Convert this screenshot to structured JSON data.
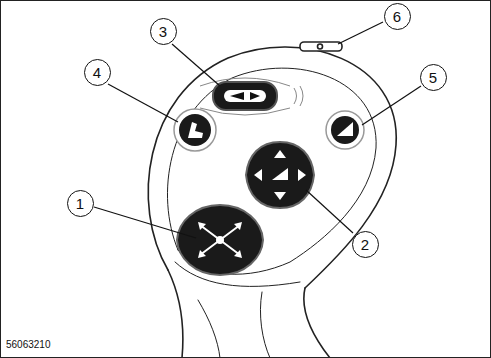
{
  "diagram": {
    "nodes": [
      {
        "text": [
          "3"
        ]
      },
      {
        "text": [
          "6"
        ]
      },
      {
        "text": [
          "4"
        ]
      },
      {
        "text": [
          "5"
        ]
      },
      {
        "text": [
          "1"
        ]
      },
      {
        "text": [
          "2"
        ]
      }
    ],
    "labels": [
      "56063210"
    ]
  }
}
